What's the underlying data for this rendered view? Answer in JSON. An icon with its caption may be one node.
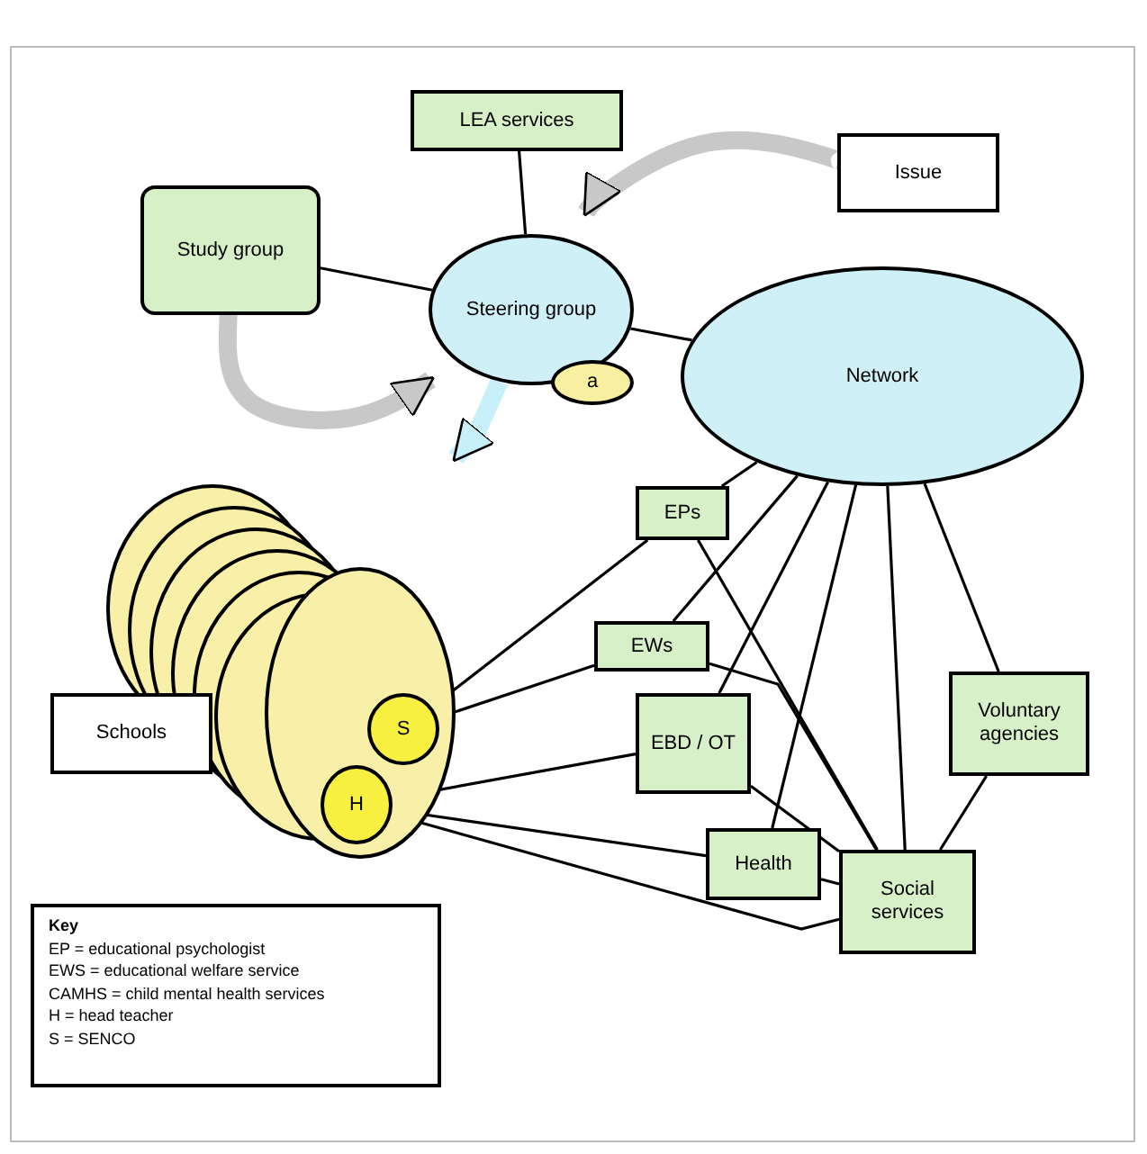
{
  "diagram": {
    "nodes": [
      {
        "text": [
          "LEA services"
        ]
      },
      {
        "text": [
          "Issue"
        ]
      },
      {
        "text": [
          "Study group"
        ]
      },
      {
        "text": [
          "Steering group"
        ]
      },
      {
        "text": [
          "a"
        ]
      },
      {
        "text": [
          "Network"
        ]
      },
      {
        "text": [
          "Schools"
        ]
      },
      {
        "text": [],
        "shape": "cylinder"
      },
      {
        "text": [
          "S"
        ],
        "in": 7
      },
      {
        "text": [
          "H"
        ],
        "in": 7
      },
      {
        "text": [
          "EPs"
        ]
      },
      {
        "text": [
          "EWs"
        ]
      },
      {
        "text": [
          "EBD / OT"
        ]
      },
      {
        "text": [
          "Health"
        ]
      },
      {
        "text": [
          "Social services"
        ]
      },
      {
        "text": [
          "Voluntary agencies"
        ]
      }
    ],
    "edges": [
      {
        "from": 0,
        "to": 3,
        "arrow": "none"
      },
      {
        "from": 2,
        "to": 3,
        "arrow": "none"
      },
      {
        "from": 3,
        "to": 5,
        "arrow": "none"
      },
      {
        "from": 1,
        "to": 3,
        "arrow": "to",
        "style": "thick",
        "color": "#c8c8c8"
      },
      {
        "from": 2,
        "to": 3,
        "arrow": "to",
        "style": "thick",
        "color": "#c8c8c8"
      },
      {
        "from": 3,
        "to": 7,
        "arrow": "to",
        "style": "thick",
        "color": "#c8f0fa"
      },
      {
        "from": 5,
        "to": 10,
        "arrow": "none"
      },
      {
        "from": 5,
        "to": 11,
        "arrow": "none"
      },
      {
        "from": 5,
        "to": 12,
        "arrow": "none"
      },
      {
        "from": 5,
        "to": 13,
        "arrow": "none"
      },
      {
        "from": 5,
        "to": 14,
        "arrow": "none"
      },
      {
        "from": 5,
        "to": 15,
        "arrow": "none"
      },
      {
        "from": 8,
        "to": 10,
        "arrow": "none"
      },
      {
        "from": 8,
        "to": 11,
        "arrow": "none"
      },
      {
        "from": 9,
        "to": 12,
        "arrow": "none"
      },
      {
        "from": 9,
        "to": 13,
        "arrow": "none"
      },
      {
        "from": 9,
        "to": 14,
        "arrow": "none"
      },
      {
        "from": 10,
        "to": 14,
        "arrow": "none"
      },
      {
        "from": 11,
        "to": 14,
        "arrow": "none"
      },
      {
        "from": 12,
        "to": 14,
        "arrow": "none"
      },
      {
        "from": 13,
        "to": 14,
        "arrow": "none"
      },
      {
        "from": 15,
        "to": 14,
        "arrow": "none"
      }
    ],
    "labels": [
      "Key",
      "EP = educational psychologist",
      "EWS = educational welfare service",
      "CAMHS = child mental health services",
      "H = head teacher",
      "S = SENCO"
    ]
  }
}
